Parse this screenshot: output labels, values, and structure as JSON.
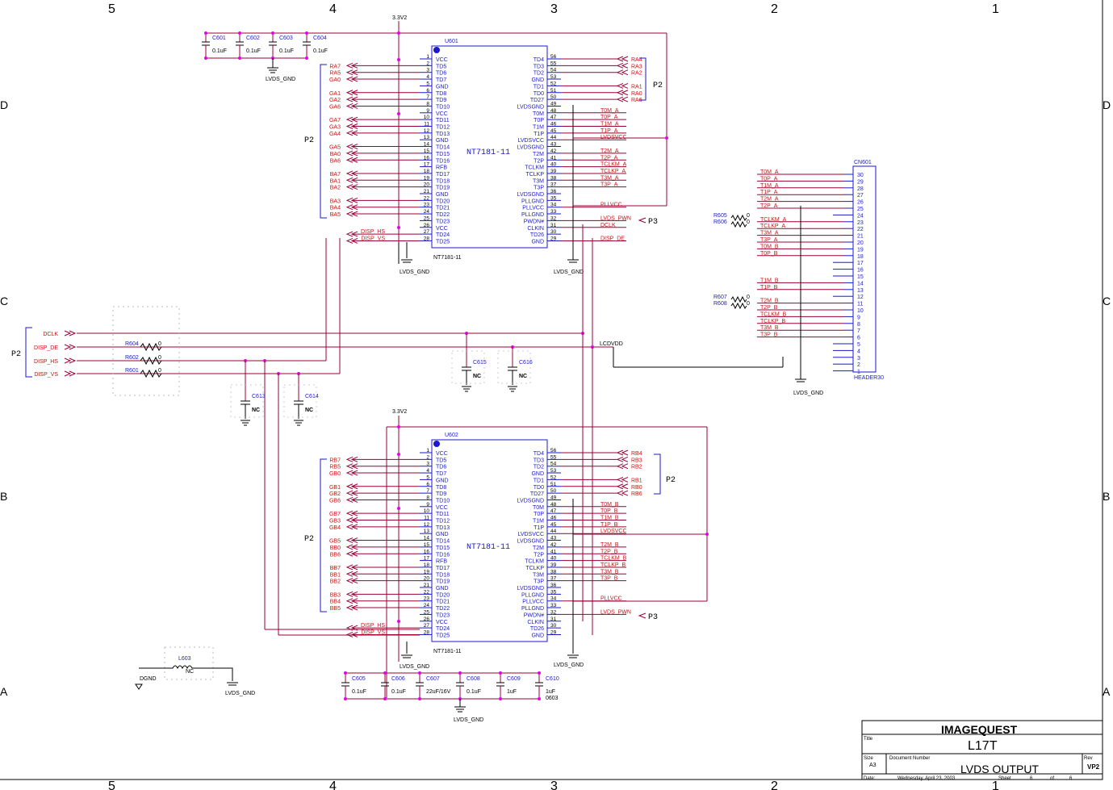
{
  "border": {
    "cols": [
      "5",
      "4",
      "3",
      "2",
      "1"
    ],
    "rows": [
      "D",
      "C",
      "B",
      "A"
    ]
  },
  "supply": {
    "v33a": "3.3V2",
    "v33b": "3.3V2",
    "gnd": "LVDS_GND",
    "dgnd": "DGND",
    "lcdvdd": "LCDVDD"
  },
  "caps_top": [
    {
      "ref": "C601",
      "val": "0.1uF"
    },
    {
      "ref": "C602",
      "val": "0.1uF"
    },
    {
      "ref": "C603",
      "val": "0.1uF"
    },
    {
      "ref": "C604",
      "val": "0.1uF"
    }
  ],
  "caps_bottom": [
    {
      "ref": "C605",
      "val": "0.1uF"
    },
    {
      "ref": "C606",
      "val": "0.1uF"
    },
    {
      "ref": "C607",
      "val": "22uF/16V"
    },
    {
      "ref": "C608",
      "val": "0.1uF"
    },
    {
      "ref": "C609",
      "val": "1uF"
    },
    {
      "ref": "C610",
      "val": "1uF",
      "val2": "0603"
    }
  ],
  "u601": {
    "ref": "U601",
    "part": "NT7181-11",
    "name": "NT7181-11",
    "left_pins": [
      "VCC",
      "TD5",
      "TD6",
      "TD7",
      "GND",
      "TD8",
      "TD9",
      "TD10",
      "VCC",
      "TD11",
      "TD12",
      "TD13",
      "GND",
      "TD14",
      "TD15",
      "TD16",
      "RFB",
      "TD17",
      "TD18",
      "TD19",
      "GND",
      "TD20",
      "TD21",
      "TD22",
      "TD23",
      "VCC",
      "TD24",
      "TD25"
    ],
    "right_pins": [
      "TD4",
      "TD3",
      "TD2",
      "GND",
      "TD1",
      "TD0",
      "TD27",
      "LVDSGND",
      "T0M",
      "T0P",
      "T1M",
      "T1P",
      "LVDSVCC",
      "LVDSGND",
      "T2M",
      "T2P",
      "TCLKM",
      "TCLKP",
      "T3M",
      "T3P",
      "LVDSGND",
      "PLLGND",
      "PLLVCC",
      "PLLGND",
      "PWDN#",
      "CLKIN",
      "TD26",
      "GND"
    ],
    "left_nets": [
      "",
      "RA7",
      "RA5",
      "GA0",
      "",
      "GA1",
      "GA2",
      "GA6",
      "",
      "GA7",
      "GA3",
      "GA4",
      "",
      "GA5",
      "BA0",
      "BA6",
      "",
      "BA7",
      "BA1",
      "BA2",
      "",
      "BA3",
      "BA4",
      "BA5",
      "",
      "",
      "DISP_HS",
      "DISP_VS"
    ],
    "right_nets": [
      "RA4",
      "RA3",
      "RA2",
      "",
      "RA1",
      "RA0",
      "RA6",
      "",
      "T0M_A",
      "T0P_A",
      "T1M_A",
      "T1P_A",
      "LVDSVCC",
      "",
      "T2M_A",
      "T2P_A",
      "TCLKM_A",
      "TCLKP_A",
      "T3M_A",
      "T3P_A",
      "",
      "",
      "PLLVCC",
      "",
      "LVDS_PWN",
      "DCLK",
      "",
      "DISP_DE"
    ]
  },
  "u602": {
    "ref": "U602",
    "part": "NT7181-11",
    "name": "NT7181-11",
    "left_nets": [
      "",
      "RB7",
      "RB5",
      "GB0",
      "",
      "GB1",
      "GB2",
      "GB6",
      "",
      "GB7",
      "GB3",
      "GB4",
      "",
      "GB5",
      "BB0",
      "BB6",
      "",
      "BB7",
      "BB1",
      "BB2",
      "",
      "BB3",
      "BB4",
      "BB5",
      "",
      "",
      "DISP_HS",
      "DISP_VS"
    ],
    "right_nets": [
      "RB4",
      "RB3",
      "RB2",
      "",
      "RB1",
      "RB0",
      "RB6",
      "",
      "T0M_B",
      "T0P_B",
      "T1M_B",
      "T1P_B",
      "LVDSVCC",
      "",
      "T2M_B",
      "T2P_B",
      "TCLKM_B",
      "TCLKP_B",
      "T3M_B",
      "T3P_B",
      "",
      "",
      "PLLVCC",
      "",
      "LVDS_PWN",
      "",
      "",
      ""
    ]
  },
  "ports": {
    "p2": "P2",
    "p3": "P3"
  },
  "input_ports": [
    "DCLK",
    "DISP_DE",
    "DISP_HS",
    "DISP_VS"
  ],
  "resistors_in": [
    {
      "ref": "R604",
      "val": "0"
    },
    {
      "ref": "R602",
      "val": "0"
    },
    {
      "ref": "R601",
      "val": "0"
    }
  ],
  "caps_mid": [
    {
      "ref": "C615",
      "val": "NC"
    },
    {
      "ref": "C616",
      "val": "NC"
    },
    {
      "ref": "C613",
      "val": "NC"
    },
    {
      "ref": "C614",
      "val": "NC"
    }
  ],
  "inductor": {
    "ref": "L603",
    "val": "NC"
  },
  "cn601": {
    "ref": "CN601",
    "part": "HEADER30",
    "nets": [
      "T0M_A",
      "T0P_A",
      "T1M_A",
      "T1P_A",
      "T2M_A",
      "T2P_A",
      "",
      "TCLKM_A",
      "TCLKP_A",
      "T3M_A",
      "T3P_A",
      "T0M_B",
      "T0P_B",
      "",
      "",
      "",
      "T1M_B",
      "T1P_B",
      "",
      "T2M_B",
      "T2P_B",
      "TCLKM_B",
      "TCLKP_B",
      "T3M_B",
      "T3P_B",
      "",
      "",
      "",
      "",
      "",
      ""
    ],
    "resistors": [
      {
        "ref": "R605",
        "val": "0"
      },
      {
        "ref": "R606",
        "val": "0"
      },
      {
        "ref": "R607",
        "val": "0"
      },
      {
        "ref": "R608",
        "val": "0"
      }
    ]
  },
  "titleblock": {
    "company": "IMAGEQUEST",
    "title_label": "Title",
    "title": "L17T",
    "size_label": "Size",
    "size": "A3",
    "docnum_label": "Document Number",
    "docnum": "LVDS OUTPUT",
    "rev_label": "Rev",
    "rev": "VP2",
    "date_label": "Date:",
    "date": "Wednesday, April 23, 2003",
    "sheet_label": "Sheet",
    "sheet": "6",
    "of_label": "of",
    "of": "6"
  }
}
